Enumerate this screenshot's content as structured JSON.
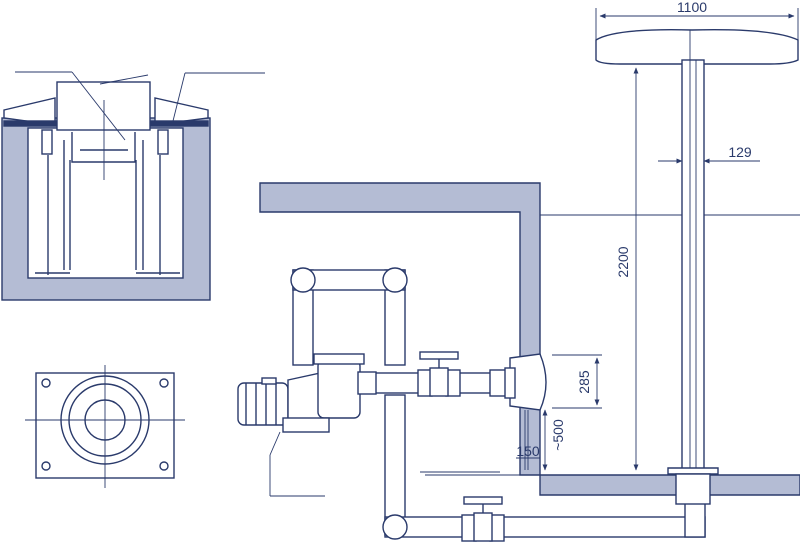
{
  "colors": {
    "line": "#2a3a6b",
    "wall": "#b4bcd4",
    "pipe_fill": "#ffffff",
    "background": "#ffffff"
  },
  "dimensions": {
    "width_top": "1100",
    "pole_diameter": "129",
    "pole_height": "2200",
    "nozzle_height": "285",
    "nozzle_depth": "~500",
    "pipe_size": "150"
  }
}
